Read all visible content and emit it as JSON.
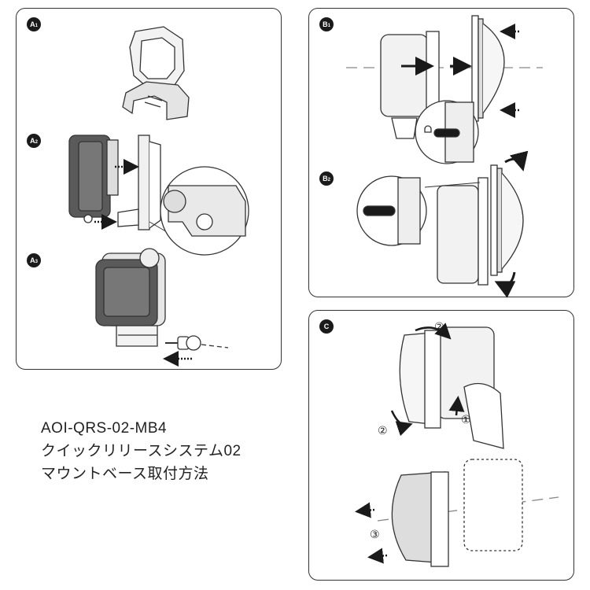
{
  "panels": {
    "a": {
      "steps": [
        {
          "letter": "A",
          "sub": "1"
        },
        {
          "letter": "A",
          "sub": "2"
        },
        {
          "letter": "A",
          "sub": "3"
        }
      ]
    },
    "b": {
      "steps": [
        {
          "letter": "B",
          "sub": "1"
        },
        {
          "letter": "B",
          "sub": "2"
        }
      ]
    },
    "c": {
      "badge": "C",
      "step_labels": [
        "②",
        "①",
        "②",
        "③"
      ]
    }
  },
  "caption": {
    "line1": "AOI-QRS-02-MB4",
    "line2": "クイックリリースシステム02",
    "line3": "マウントベース取付方法"
  },
  "colors": {
    "outline": "#333333",
    "device_fill": "#5a5a5a",
    "device_light": "#e6e6e6",
    "arrow": "#1a1a1a"
  }
}
